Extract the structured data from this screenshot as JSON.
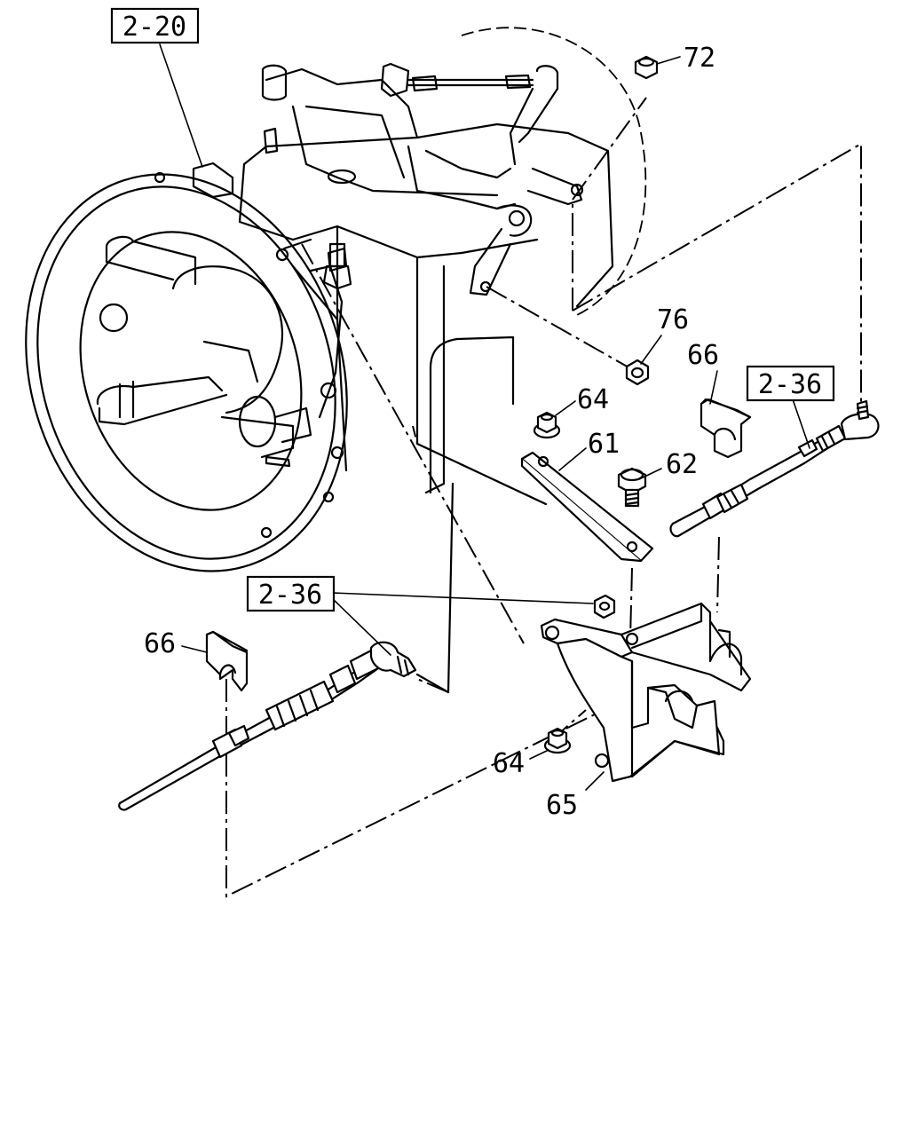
{
  "diagram": {
    "refs": {
      "ref_top": "2-20",
      "ref_right": "2-36",
      "ref_left": "2-36"
    },
    "parts": {
      "p72": "72",
      "p76": "76",
      "p66_right": "66",
      "p64_top": "64",
      "p61": "61",
      "p62": "62",
      "p66_left": "66",
      "p64_bottom": "64",
      "p65": "65"
    }
  }
}
